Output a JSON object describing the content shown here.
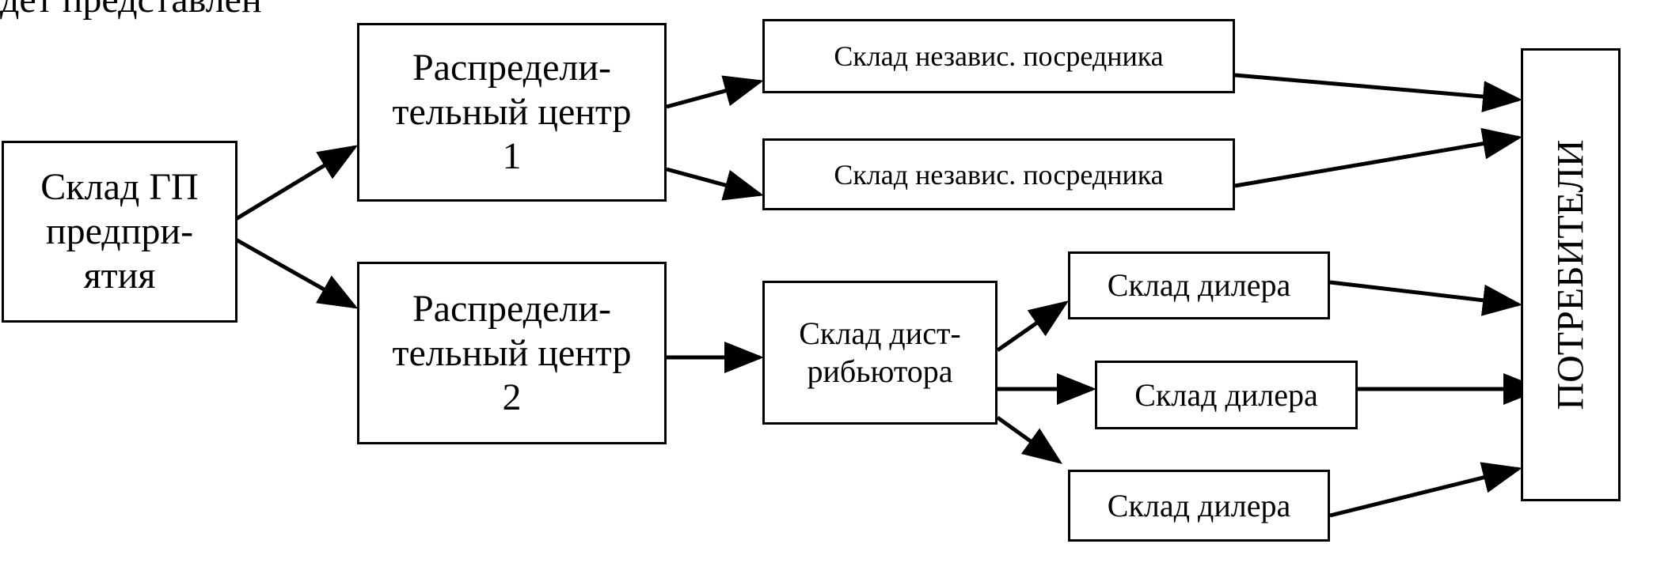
{
  "top_fragment": "дет представлен",
  "nodes": {
    "enterprise": "Склад ГП\nпредпри-\nятия",
    "dc1": "Распредели-\nтельный центр\n1",
    "dc2": "Распредели-\nтельный центр\n2",
    "broker1": "Склад независ. посредника",
    "broker2": "Склад независ. посредника",
    "distributor": "Склад дист-\nрибьютора",
    "dealer1": "Склад дилера",
    "dealer2": "Склад дилера",
    "dealer3": "Склад дилера",
    "consumers": "ПОТРЕБИТЕЛИ"
  }
}
